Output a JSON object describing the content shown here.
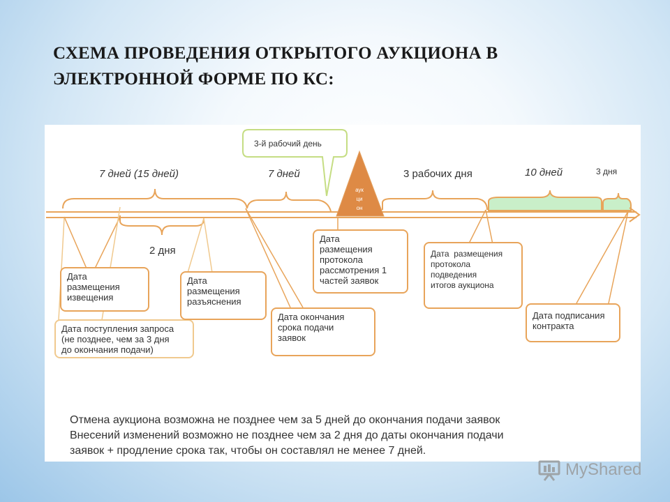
{
  "title": {
    "line1": "СХЕМА ПРОВЕДЕНИЯ ОТКРЫТОГО АУКЦИОНА В",
    "line2": "ЭЛЕКТРОННОЙ ФОРМЕ ПО КС:"
  },
  "diagram": {
    "periods": {
      "p1": "7 дней (15 дней)",
      "p2": "7 дней",
      "p3": "3 рабочих дня",
      "p4": "10 дней",
      "p5": "3 дня",
      "sub": "2 дня"
    },
    "callout": "3-й рабочий день",
    "auction_lines": [
      "аук",
      "ци",
      "он"
    ],
    "boxes": {
      "izveshcheniya": [
        "Дата",
        "размещения",
        "извещения"
      ],
      "zaprosa": [
        "Дата поступления запроса",
        "(не позднее, чем за 3 дня",
        "до окончания подачи)"
      ],
      "razyasneniya": [
        "Дата",
        "размещения",
        "разъяснения"
      ],
      "okonchaniya": [
        "Дата окончания",
        "срока подачи",
        "заявок"
      ],
      "protokola": [
        "Дата",
        "размещения",
        "протокола",
        "рассмотрения 1",
        "частей заявок"
      ],
      "itogov": [
        "Дата  размещения",
        "протокола",
        "подведения",
        "итогов аукциона"
      ],
      "kontrakta": [
        "Дата подписания",
        "контракта"
      ]
    },
    "notes": [
      "Отмена аукциона возможна не позднее чем за 5 дней до окончания подачи заявок",
      "Внесений изменений возможно не позднее чем за 2 дня до даты окончания подачи",
      "заявок + продление срока так, чтобы он составлял не менее 7 дней."
    ],
    "colors": {
      "orange": "#e8a45a",
      "green_fill": "#c9efc9",
      "triangle": "#de8a45",
      "callout_border": "#c5dd83"
    }
  },
  "logo": {
    "text": "MyShared"
  }
}
